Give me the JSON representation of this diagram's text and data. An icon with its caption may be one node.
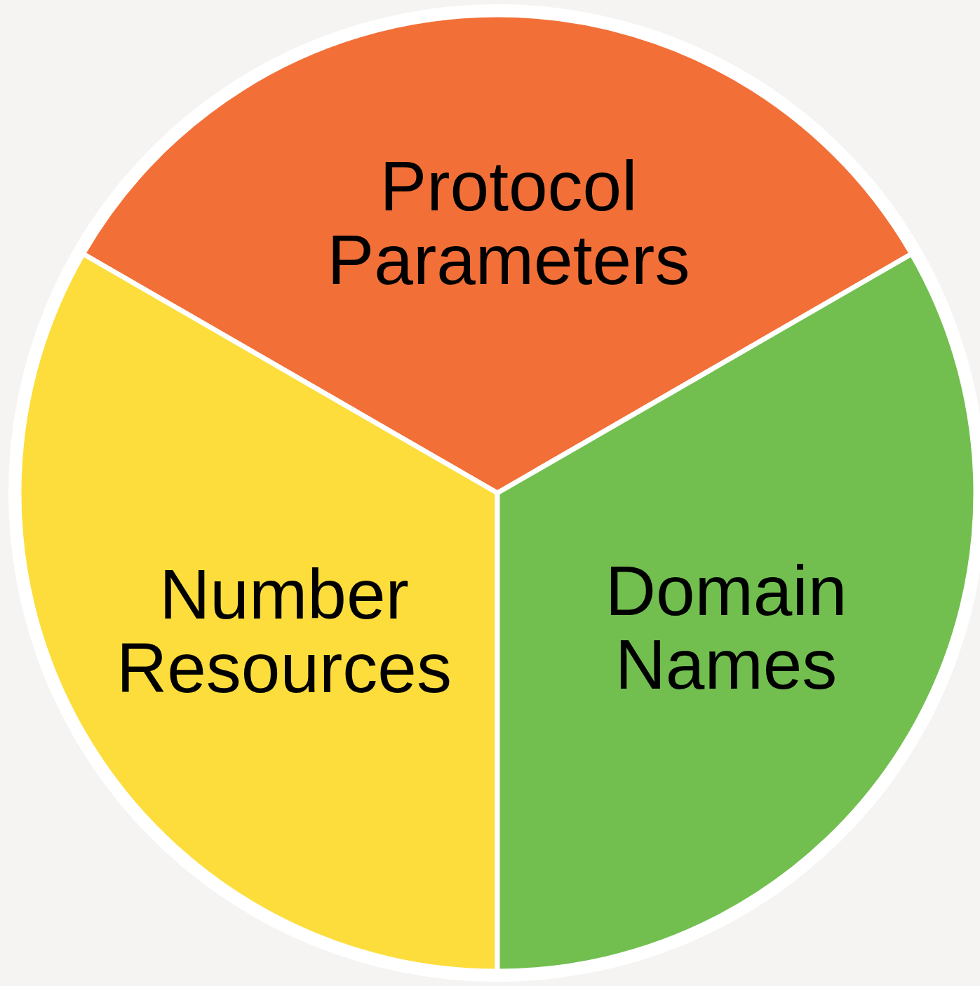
{
  "diagram": {
    "nodes": [
      {
        "text": [
          "Protocol Parameters"
        ]
      },
      {
        "text": [
          "Number Resources"
        ]
      },
      {
        "text": [
          "Domain Names"
        ]
      }
    ]
  }
}
